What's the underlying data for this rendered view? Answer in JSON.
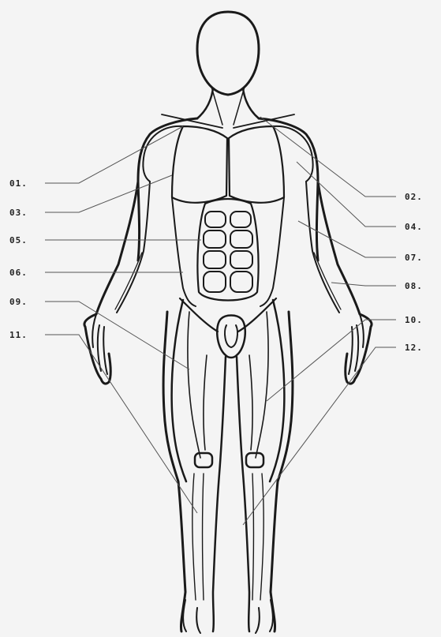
{
  "labels": {
    "l01": "01.",
    "l02": "02.",
    "l03": "03.",
    "l04": "04.",
    "l05": "05.",
    "l06": "06.",
    "l07": "07.",
    "l08": "08.",
    "l09": "09.",
    "l10": "10.",
    "l11": "11.",
    "l12": "12."
  }
}
